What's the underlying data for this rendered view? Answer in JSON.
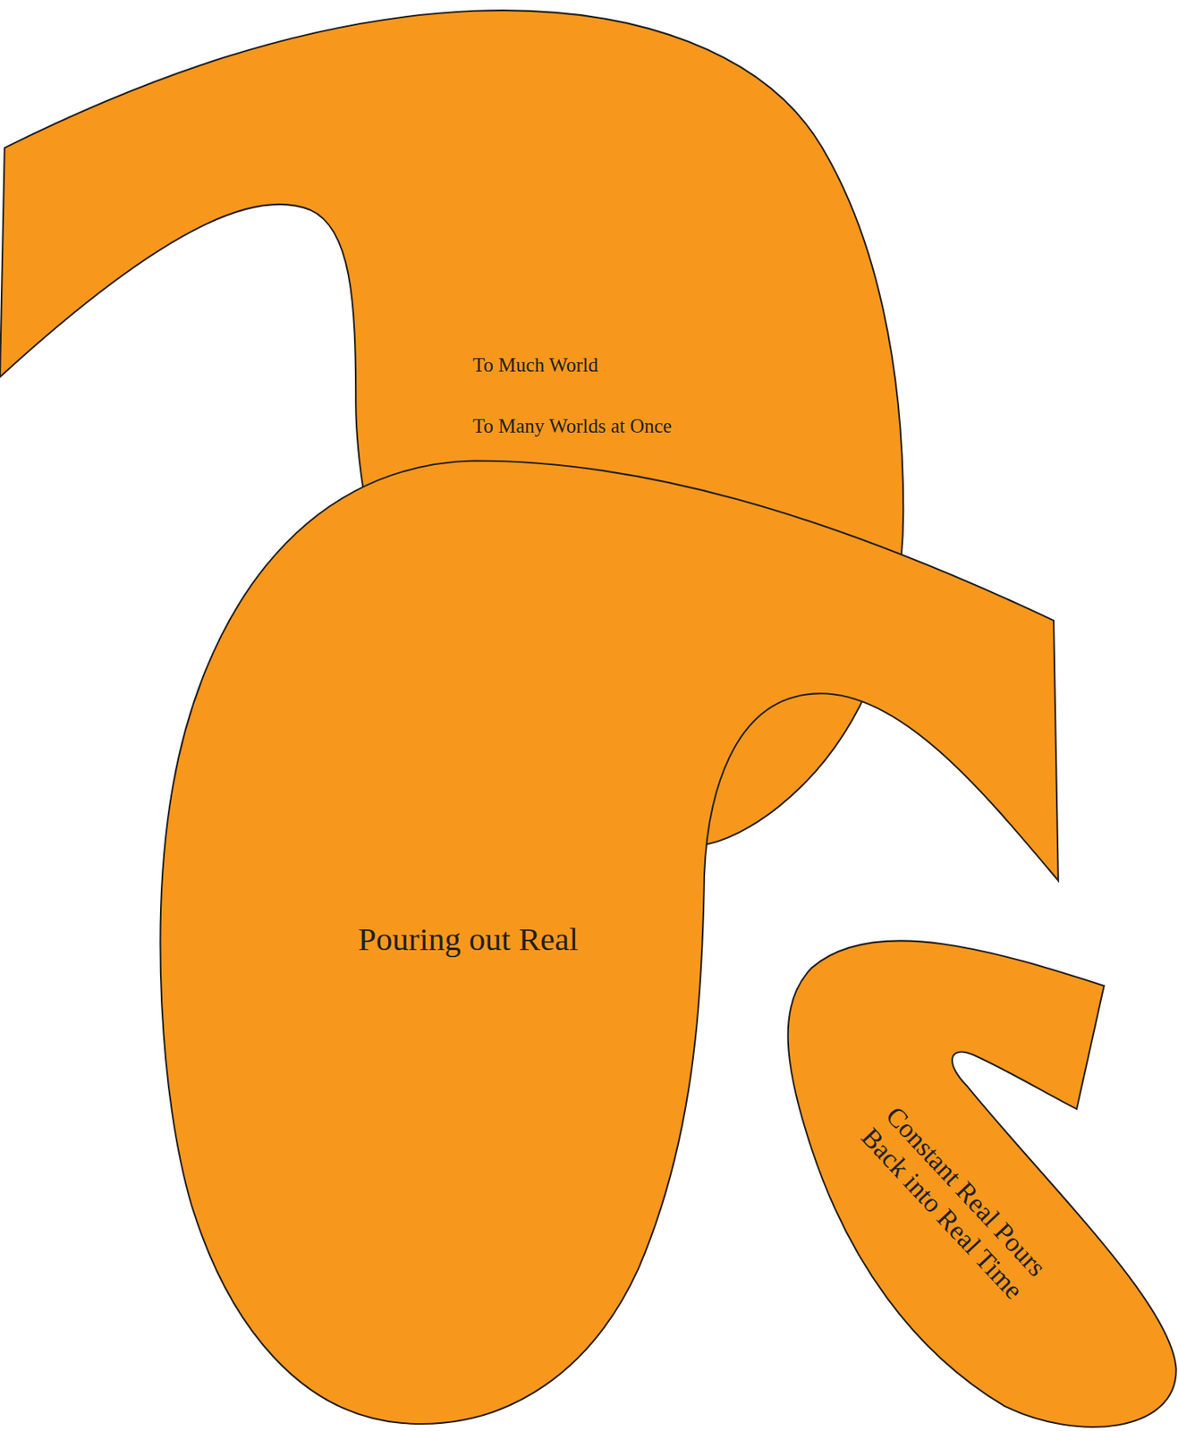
{
  "diagram": {
    "nodes": [
      {
        "text": [
          "To Much World",
          "To Many Worlds at Once"
        ]
      },
      {
        "text": [
          "Pouring out Real"
        ]
      },
      {
        "text": [
          "Constant Real Pours Back into Real Time"
        ]
      }
    ]
  }
}
